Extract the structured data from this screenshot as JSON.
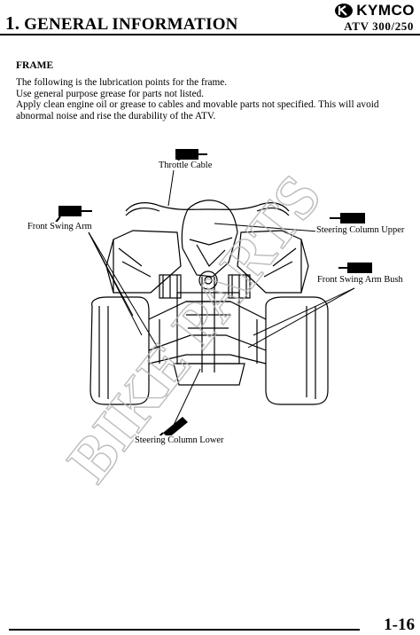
{
  "header": {
    "chapter_number": "1.",
    "chapter_title": "GENERAL INFORMATION",
    "brand": "KYMCO",
    "model": "ATV 300/250"
  },
  "section": {
    "heading": "FRAME",
    "lines": [
      "The following is the lubrication points for the frame.",
      "Use general purpose grease for parts not listed.",
      "Apply clean engine oil or grease to cables and movable parts not specified.    This will avoid",
      "abnormal noise and rise the durability of the ATV."
    ]
  },
  "diagram": {
    "labels": {
      "throttle_cable": "Throttle Cable",
      "front_swing_arm": "Front Swing Arm",
      "steering_column_upper": "Steering Column Upper",
      "front_swing_arm_bush": "Front Swing Arm Bush",
      "steering_column_lower": "Steering Column Lower"
    },
    "icons": [
      "grease-gun-icon"
    ],
    "watermark": "BIKE PARTS"
  },
  "footer": {
    "page_number": "1-16"
  }
}
